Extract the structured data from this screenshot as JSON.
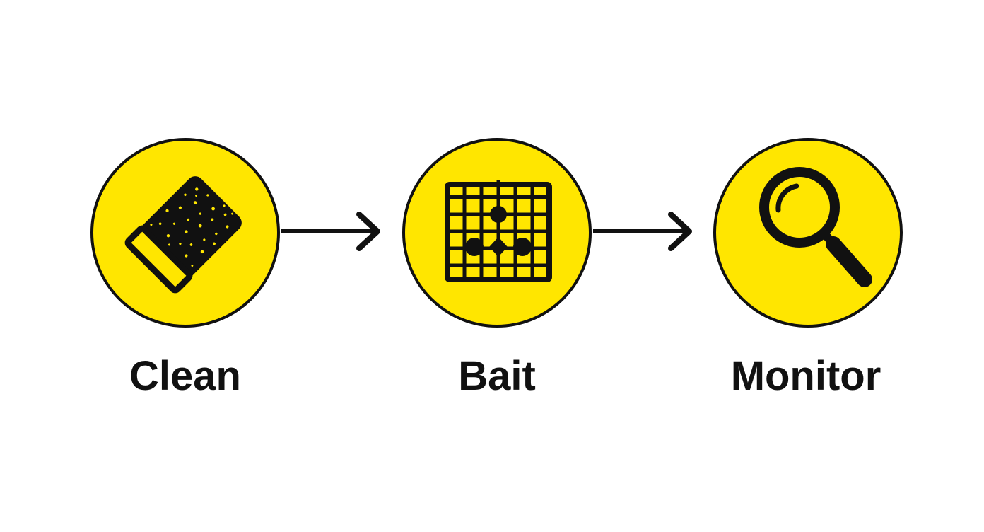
{
  "colors": {
    "accent": "#ffe600",
    "ink": "#111111",
    "background": "#ffffff"
  },
  "steps": [
    {
      "label": "Clean",
      "icon": "sponge-icon"
    },
    {
      "label": "Bait",
      "icon": "trap-grid-icon"
    },
    {
      "label": "Monitor",
      "icon": "magnifying-glass-icon"
    }
  ],
  "connectors": [
    {
      "from": "Clean",
      "to": "Bait",
      "icon": "arrow-right-icon"
    },
    {
      "from": "Bait",
      "to": "Monitor",
      "icon": "arrow-right-icon"
    }
  ]
}
